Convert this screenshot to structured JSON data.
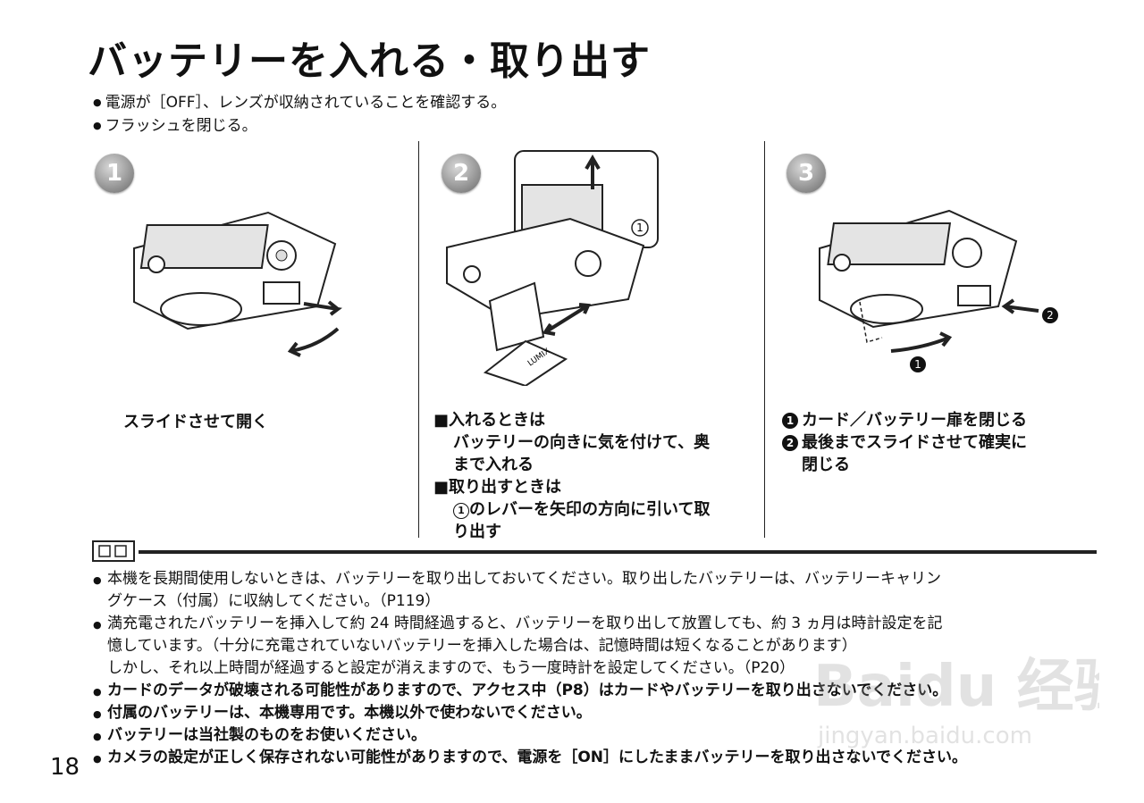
{
  "title": "バッテリーを入れる・取り出す",
  "prereq": [
    "電源が［OFF］、レンズが収納されていることを確認する。",
    "フラッシュを閉じる。"
  ],
  "steps": {
    "s1": {
      "num": "1",
      "caption": "スライドさせて開く"
    },
    "s2": {
      "num": "2",
      "insert_head": "■入れるときは",
      "insert_body1": "バッテリーの向きに気を付けて、奥",
      "insert_body2": "まで入れる",
      "remove_head": "■取り出すときは",
      "remove_circ": "1",
      "remove_body1": "のレバーを矢印の方向に引いて取",
      "remove_body2": "り出す",
      "inset_label": "1",
      "battery_label": "LUMIX"
    },
    "s3": {
      "num": "3",
      "line1": "カード／バッテリー扉を閉じる",
      "line2": "最後までスライドさせて確実に",
      "line3": "閉じる",
      "mark1": "1",
      "mark2": "2"
    }
  },
  "notes": [
    {
      "l1": "本機を長期間使用しないときは、バッテリーを取り出しておいてください。取り出したバッテリーは、バッテリーキャリン",
      "l2": "グケース（付属）に収納してください。（P119）"
    },
    {
      "l1": "満充電されたバッテリーを挿入して約 24 時間経過すると、バッテリーを取り出して放置しても、約 3 ヵ月は時計設定を記",
      "l2": "憶しています。（十分に充電されていないバッテリーを挿入した場合は、記憶時間は短くなることがあります）",
      "l3": "しかし、それ以上時間が経過すると設定が消えますので、もう一度時計を設定してください。（P20）"
    },
    {
      "l1": "カードのデータが破壊される可能性がありますので、アクセス中（P8）はカードやバッテリーを取り出さないでください。"
    },
    {
      "l1": "付属のバッテリーは、本機専用です。本機以外で使わないでください。"
    },
    {
      "l1": "バッテリーは当社製のものをお使いください。"
    },
    {
      "l1": "カメラの設定が正しく保存されない可能性がありますので、電源を［ON］にしたままバッテリーを取り出さないでください。"
    }
  ],
  "page_number": "18",
  "watermark": {
    "brand": "Baidu 经验",
    "url": "jingyan.baidu.com"
  }
}
